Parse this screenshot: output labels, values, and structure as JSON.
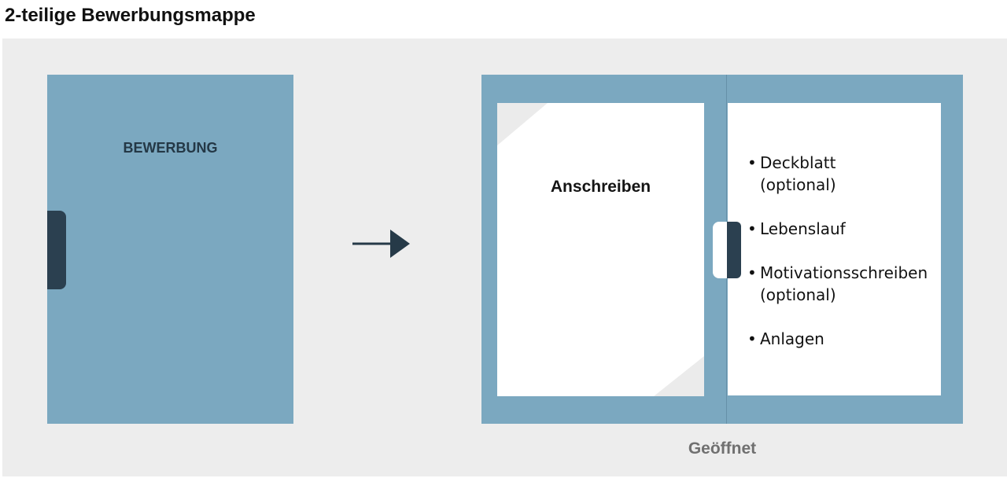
{
  "title": "2-teilige Bewerbungsmappe",
  "closed_folder": {
    "label": "BEWERBUNG"
  },
  "open_folder": {
    "left_sheet_title": "Anschreiben",
    "bullet_symbol": "•",
    "contents": [
      {
        "label": "Deckblatt",
        "note": "(optional)"
      },
      {
        "label": "Lebenslauf",
        "note": ""
      },
      {
        "label": "Motivationsschreiben",
        "note": "(optional)"
      },
      {
        "label": "Anlagen",
        "note": ""
      }
    ],
    "caption": "Geöffnet"
  },
  "colors": {
    "folder": "#7ba8c0",
    "clip": "#2b4050",
    "panel": "#ededed",
    "caption": "#707070"
  }
}
